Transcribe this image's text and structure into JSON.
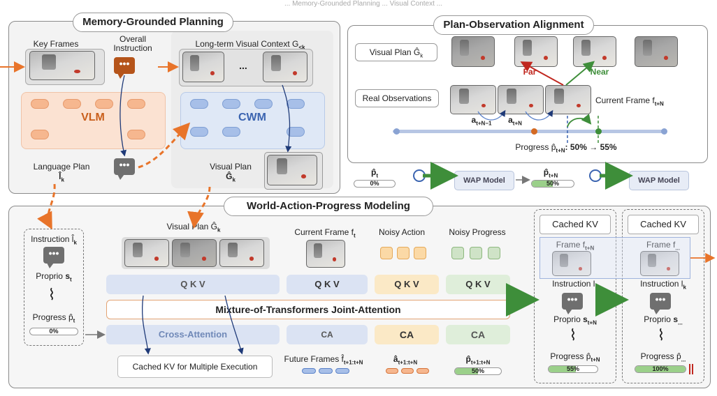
{
  "top_header": "... Memory-Grounded Planning ... Visual Context ...",
  "mgp": {
    "title": "Memory-Grounded Planning",
    "key_frames": "Key Frames",
    "overall_instruction": "Overall Instruction",
    "long_term_context": "Long-term Visual Context G",
    "long_term_sub": "<k",
    "ellipsis": "...",
    "vlm": "VLM",
    "cwm": "CWM",
    "language_plan": "Language Plan",
    "language_plan_sym": "l̂",
    "language_plan_sub": "k",
    "visual_plan": "Visual Plan",
    "visual_plan_sym": "Ĝ",
    "visual_plan_sub": "k"
  },
  "poa": {
    "title": "Plan-Observation Alignment",
    "visual_plan": "Visual Plan Ĝ",
    "visual_plan_sub": "k",
    "real_obs": "Real Observations",
    "far": "Far",
    "near": "Near",
    "current_frame": "Current Frame f",
    "current_frame_sub": "t+N",
    "a1": "a",
    "a1_sub": "t+N−1",
    "a2": "a",
    "a2_sub": "t+N",
    "progress": "Progress p̂",
    "progress_sub": "t+N",
    "progress_val": ": 50% → 55%"
  },
  "wap_strip": {
    "p_t": "p̂",
    "p_t_sub": "t",
    "p_t_val": "0%",
    "p_t_frac": 0.0,
    "model1": "WAP Model",
    "p_tn": "p̂",
    "p_tn_sub": "t+N",
    "p_tn_val": "50%",
    "p_tn_frac": 0.5,
    "model2": "WAP Model"
  },
  "wapm": {
    "title": "World-Action-Progress Modeling",
    "instruction": "Instruction l̂",
    "instruction_sub": "k",
    "proprio": "Proprio",
    "proprio_sym": "s",
    "proprio_sub": "t",
    "progress": "Progress p̂",
    "progress_sub": "t",
    "progress_val": "0%",
    "progress_frac": 0.0,
    "visual_plan": "Visual Plan Ĝ",
    "visual_plan_sub": "k",
    "current_frame": "Current Frame f",
    "current_frame_sub": "t",
    "noisy_action": "Noisy Action",
    "noisy_progress": "Noisy Progress",
    "qkv": [
      "Q K V",
      "Q K V",
      "Q K V",
      "Q K V"
    ],
    "mot": "Mixture-of-Transformers Joint-Attention",
    "cross_attention": "Cross-Attention",
    "ca": [
      "CA",
      "CA",
      "CA"
    ],
    "cached_kv_multi": "Cached KV for Multiple Execution",
    "future_frames": "Future Frames f̂",
    "future_frames_sub": "t+1:t+N",
    "a_hat": "â",
    "a_hat_sub": "t+1:t+N",
    "p_hat": "p̂",
    "p_hat_sub": "t+1:t+N",
    "p_hat_val": "50%",
    "p_hat_frac": 0.5
  },
  "cache1": {
    "cached_kv": "Cached KV",
    "frame": "Frame f",
    "frame_sub": "t+N",
    "instruction": "Instruction l",
    "instruction_sub": "k",
    "proprio": "Proprio",
    "proprio_sym": "s",
    "proprio_sub": "t+N",
    "progress": "Progress p̂",
    "progress_sub": "t+N",
    "progress_val": "55%",
    "progress_frac": 0.55
  },
  "cache2": {
    "cached_kv": "Cached KV",
    "frame": "Frame f",
    "frame_sub": "...",
    "instruction": "Instruction l",
    "instruction_sub": "k",
    "proprio": "Proprio",
    "proprio_sym": "s",
    "proprio_sub": "...",
    "progress": "Progress p̂",
    "progress_sub": "...",
    "progress_val": "100%",
    "progress_frac": 1.0
  },
  "colors": {
    "orange": "#e8742a",
    "blue": "#5b82c9",
    "green": "#3e8e3a",
    "red": "#c0271f",
    "navy": "#1f3a78"
  },
  "icons": [
    "chat-icon",
    "robot-arm-icon",
    "magnifier-icon",
    "arrow-icon"
  ]
}
